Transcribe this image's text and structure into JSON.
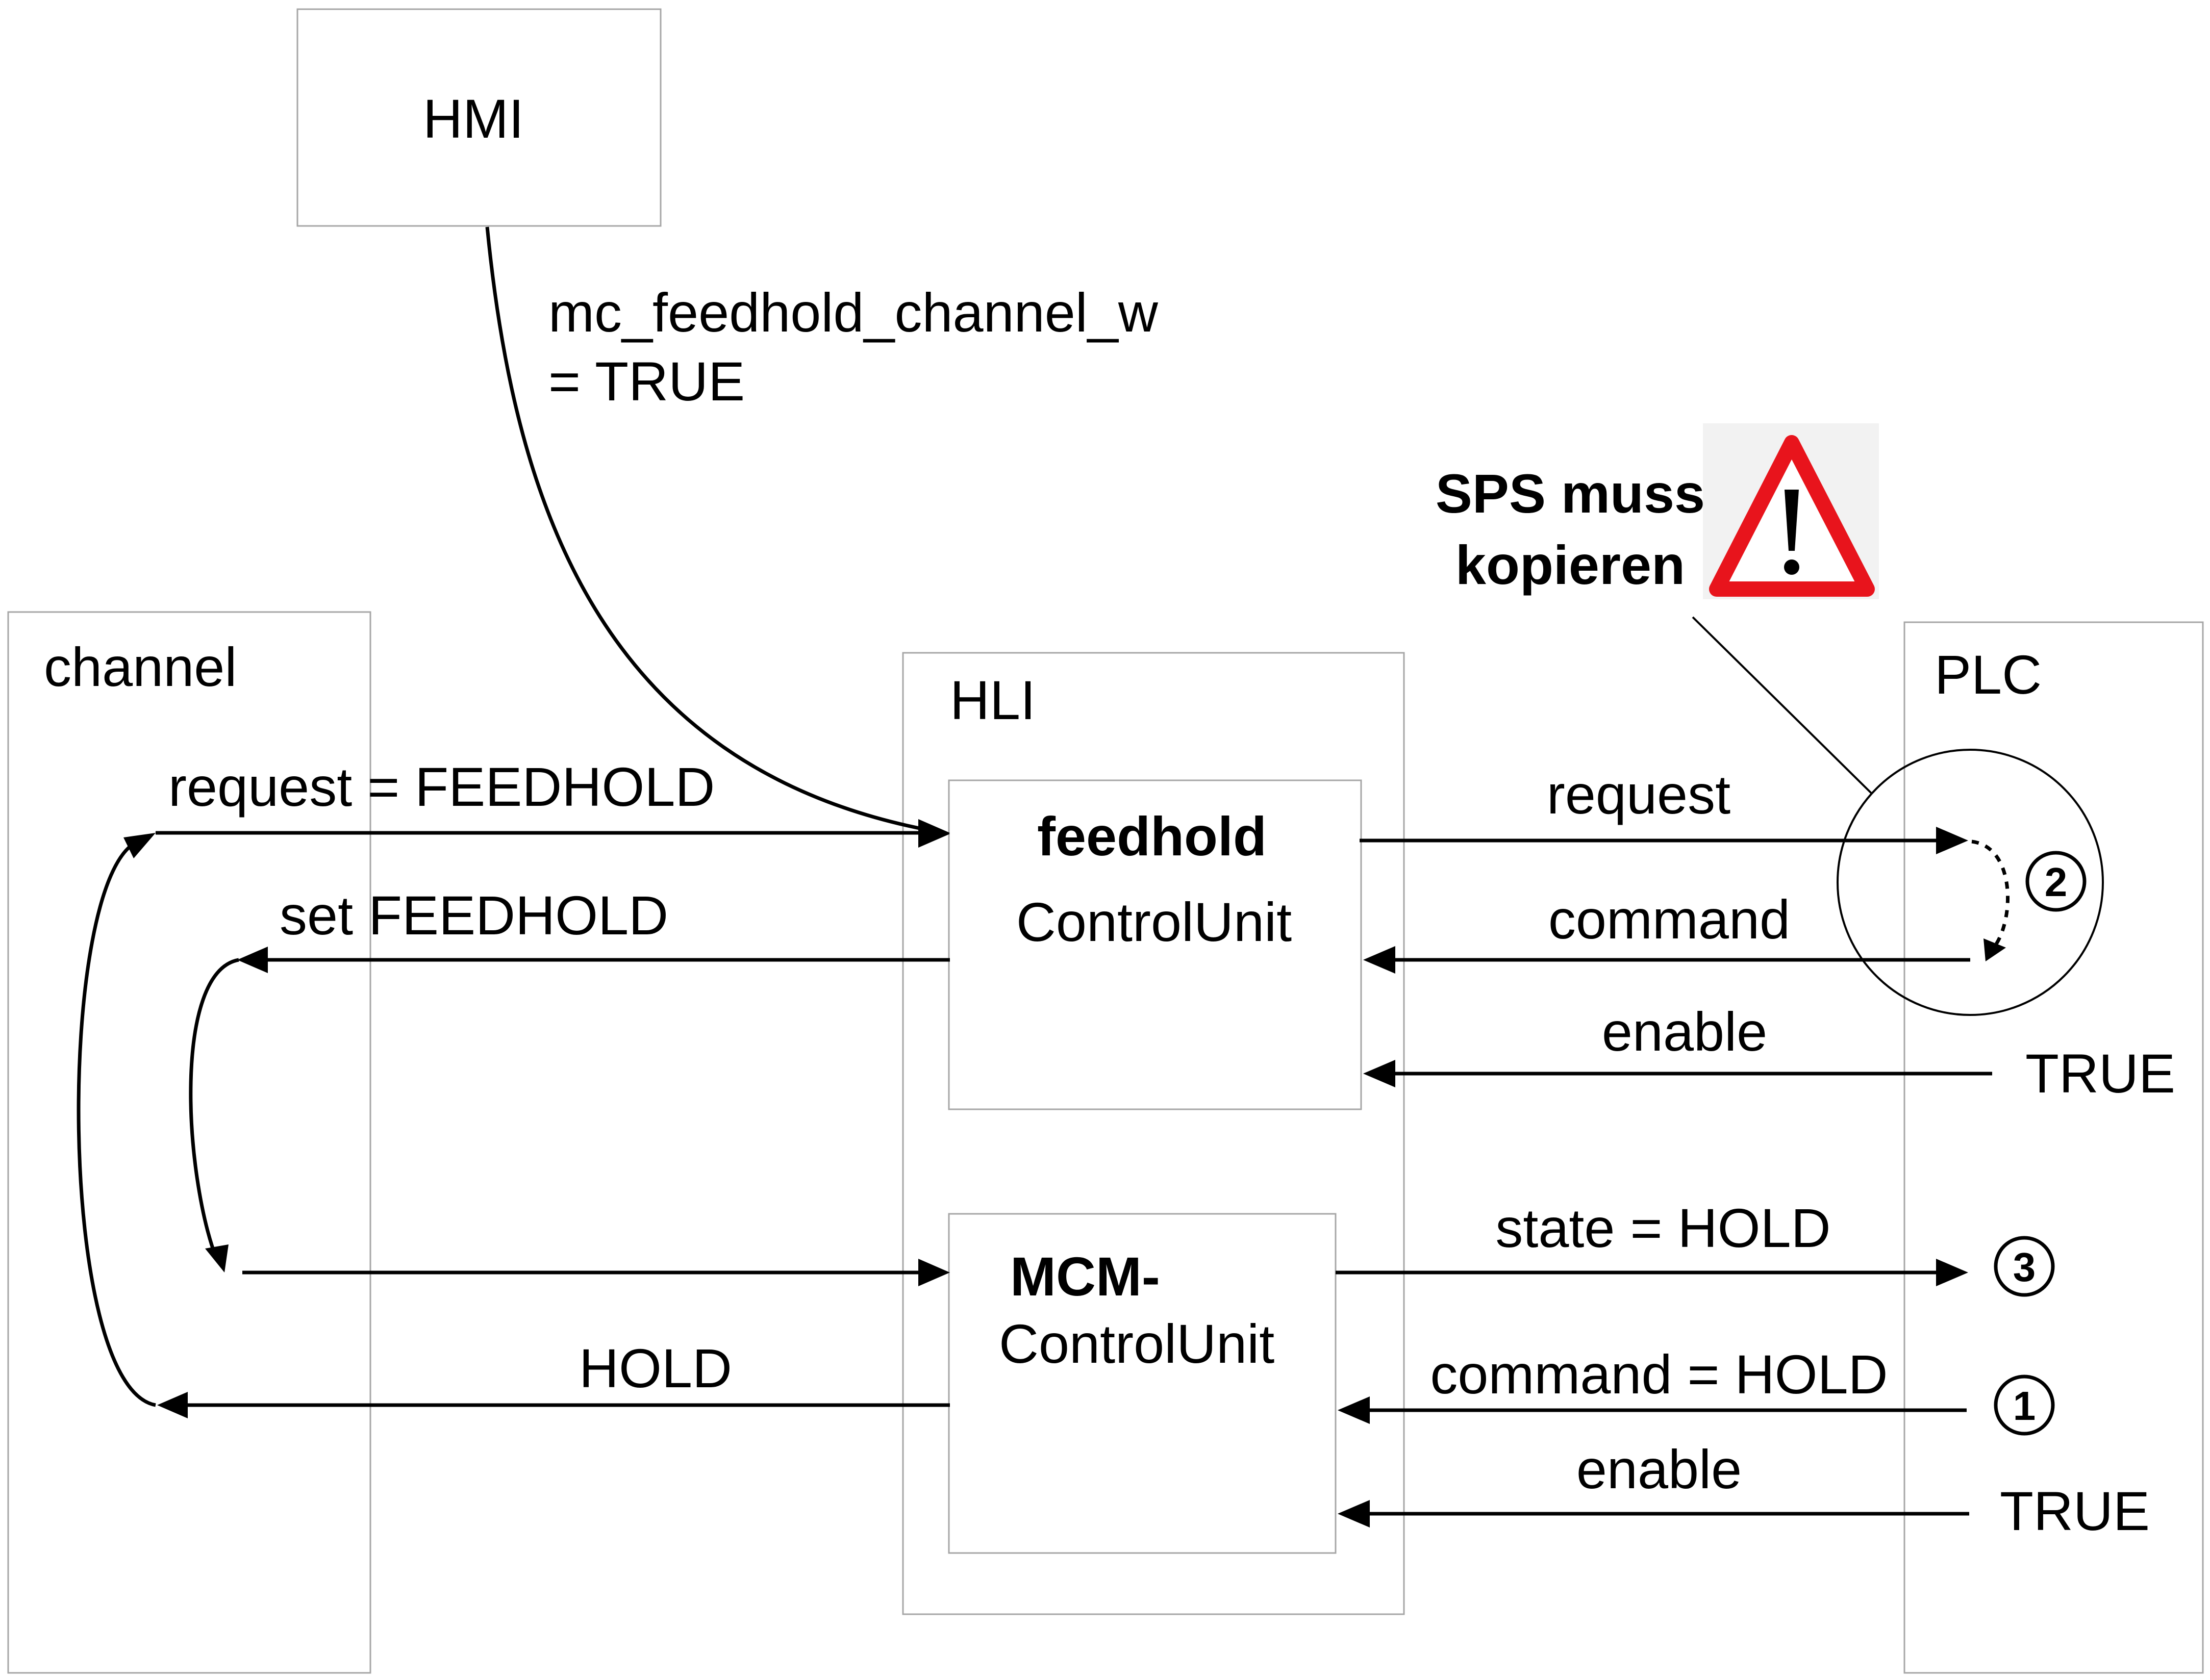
{
  "boxes": {
    "hmi": "HMI",
    "channel": "channel",
    "hli": "HLI",
    "plc": "PLC"
  },
  "units": {
    "feedhold_title": "feedhold",
    "feedhold_sub": "ControlUnit",
    "mcm_title": "MCM-",
    "mcm_sub": "ControlUnit"
  },
  "hmi_signal": {
    "line1": "mc_feedhold_channel_w",
    "line2": "= TRUE"
  },
  "warning": {
    "line1": "SPS muss",
    "line2": "kopieren",
    "icon": "warning-triangle-icon"
  },
  "signals": {
    "request_feedhold": "request = FEEDHOLD",
    "set_feedhold": "set FEEDHOLD",
    "hold": "HOLD",
    "request": "request",
    "command": "command",
    "enable1": "enable",
    "true1": "TRUE",
    "state_hold": "state = HOLD",
    "command_hold": "command = HOLD",
    "enable2": "enable",
    "true2": "TRUE"
  },
  "steps": {
    "s1": "1",
    "s2": "2",
    "s3": "3"
  },
  "colors": {
    "warning_red": "#e8141c",
    "box_border": "#a6a6a6"
  }
}
